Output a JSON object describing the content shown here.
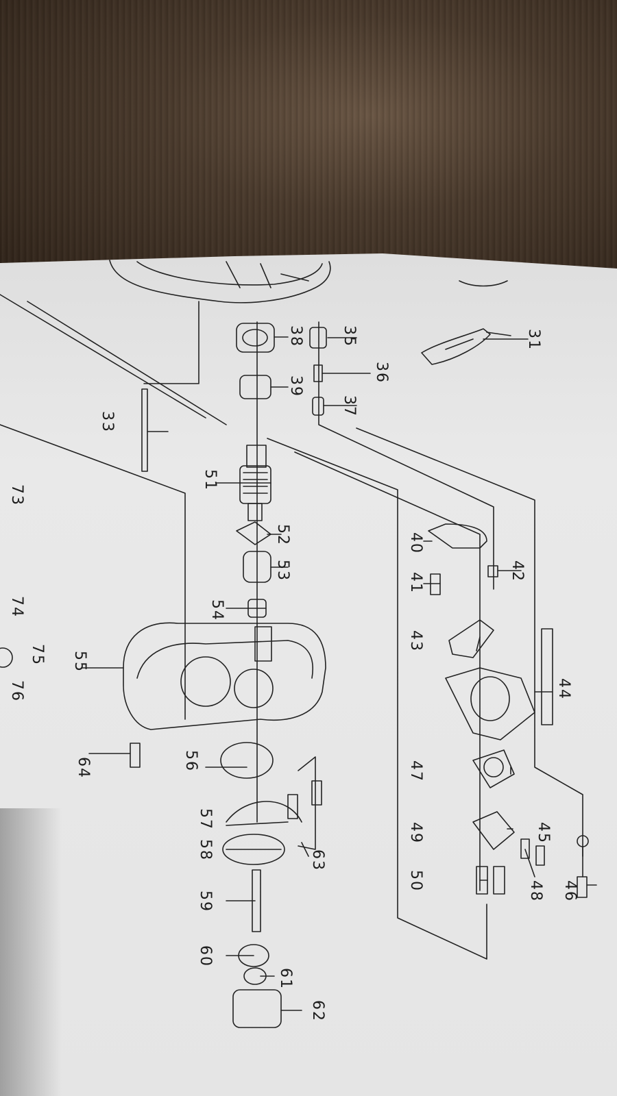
{
  "parts_diagram": {
    "callouts": [
      {
        "id": "c31",
        "label": "31"
      },
      {
        "id": "c33",
        "label": "33"
      },
      {
        "id": "c35",
        "label": "35"
      },
      {
        "id": "c36",
        "label": "36"
      },
      {
        "id": "c37",
        "label": "37"
      },
      {
        "id": "c38",
        "label": "38"
      },
      {
        "id": "c39",
        "label": "39"
      },
      {
        "id": "c40",
        "label": "40"
      },
      {
        "id": "c41",
        "label": "41"
      },
      {
        "id": "c42",
        "label": "42"
      },
      {
        "id": "c43",
        "label": "43"
      },
      {
        "id": "c44",
        "label": "44"
      },
      {
        "id": "c45",
        "label": "45"
      },
      {
        "id": "c46",
        "label": "46"
      },
      {
        "id": "c47",
        "label": "47"
      },
      {
        "id": "c48",
        "label": "48"
      },
      {
        "id": "c49",
        "label": "49"
      },
      {
        "id": "c50",
        "label": "50"
      },
      {
        "id": "c51",
        "label": "51"
      },
      {
        "id": "c52",
        "label": "52"
      },
      {
        "id": "c53",
        "label": "53"
      },
      {
        "id": "c54",
        "label": "54"
      },
      {
        "id": "c55",
        "label": "55"
      },
      {
        "id": "c56",
        "label": "56"
      },
      {
        "id": "c57",
        "label": "57"
      },
      {
        "id": "c58",
        "label": "58"
      },
      {
        "id": "c59",
        "label": "59"
      },
      {
        "id": "c60",
        "label": "60"
      },
      {
        "id": "c61",
        "label": "61"
      },
      {
        "id": "c62",
        "label": "62"
      },
      {
        "id": "c63",
        "label": "63"
      },
      {
        "id": "c64",
        "label": "64"
      },
      {
        "id": "c73",
        "label": "73"
      },
      {
        "id": "c74",
        "label": "74"
      },
      {
        "id": "c75",
        "label": "75"
      },
      {
        "id": "c76",
        "label": "76"
      }
    ]
  },
  "colors": {
    "table": "#3a2b20",
    "paper": "#e6e6e6",
    "ink": "#1c1c1c"
  }
}
